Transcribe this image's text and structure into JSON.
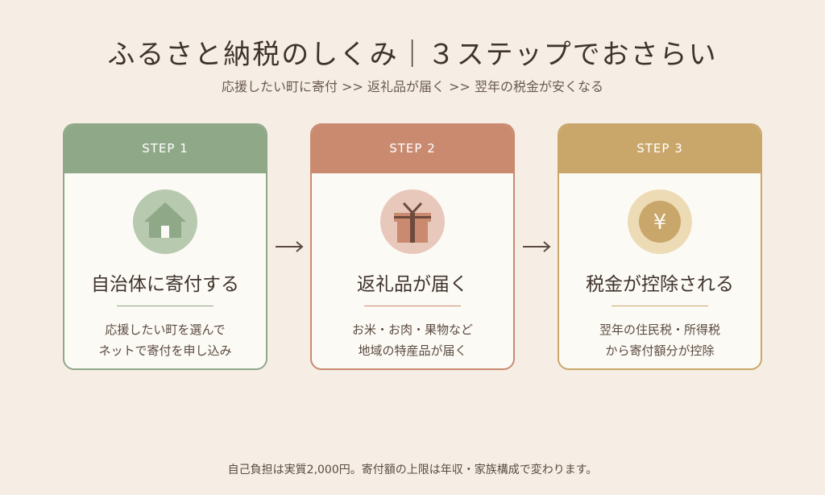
{
  "title": "ふるさと納税のしくみ｜３ステップでおさらい",
  "subtitle": "応援したい町に寄付 >> 返礼品が届く >> 翌年の税金が安くなる",
  "steps": [
    {
      "label": "STEP 1",
      "title": "自治体に寄付する",
      "lines": [
        "応援したい町を選んで",
        "ネットで寄付を申し込み"
      ],
      "icon": "house-icon",
      "color": "#8fa888"
    },
    {
      "label": "STEP 2",
      "title": "返礼品が届く",
      "lines": [
        "お米・お肉・果物など",
        "地域の特産品が届く"
      ],
      "icon": "gift-icon",
      "color": "#c98a70"
    },
    {
      "label": "STEP 3",
      "title": "税金が控除される",
      "lines": [
        "翌年の住民税・所得税",
        "から寄付額分が控除"
      ],
      "icon": "yen-coin-icon",
      "color": "#c9a76a",
      "coin_symbol": "¥"
    }
  ],
  "footer": "自己負担は実質2,000円。寄付額の上限は年収・家族構成で変わります。"
}
